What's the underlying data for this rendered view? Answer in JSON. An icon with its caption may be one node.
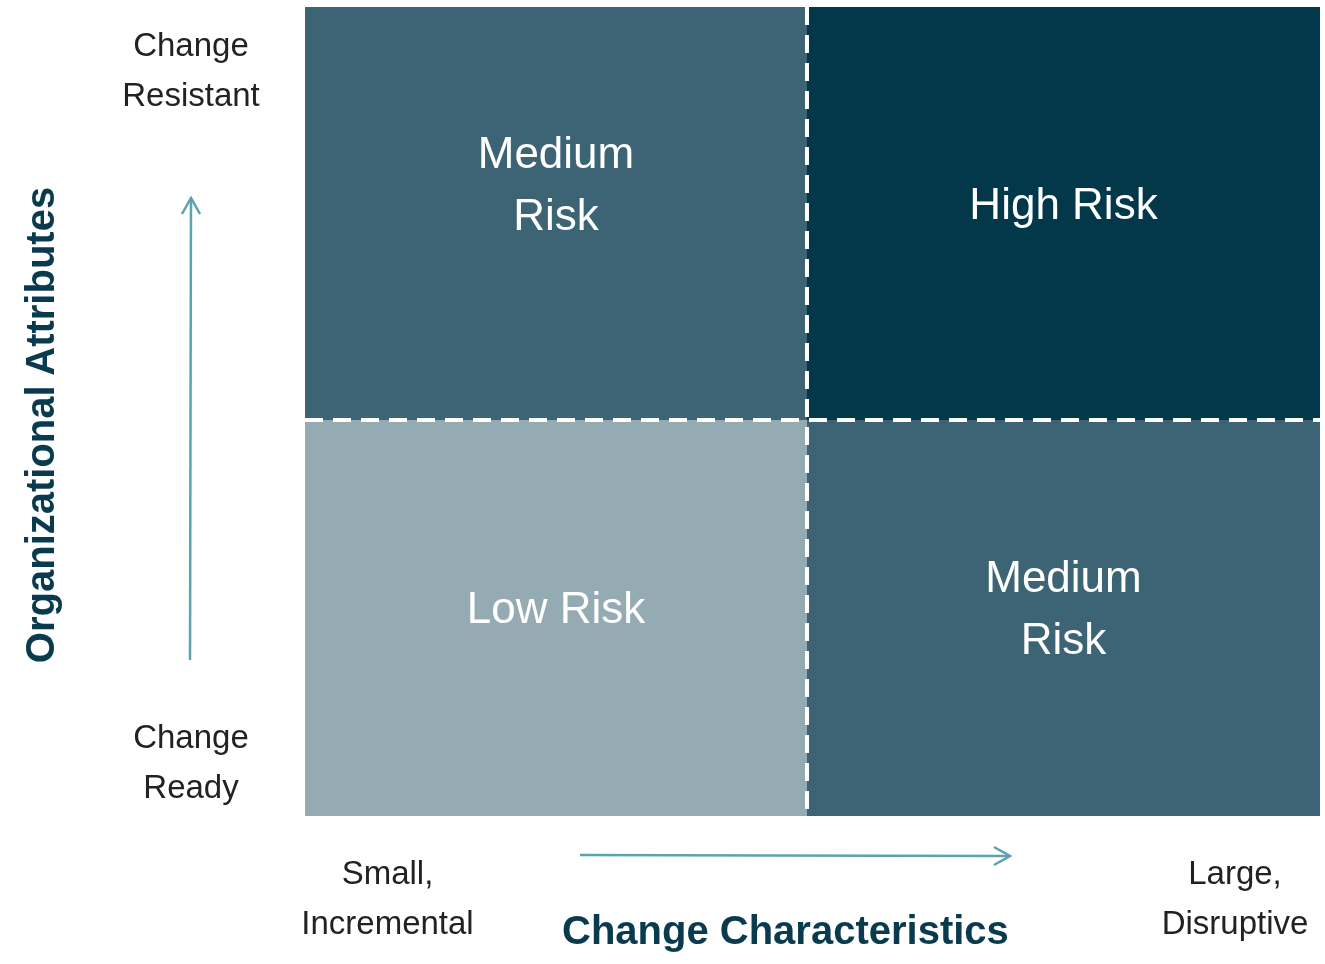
{
  "diagram": {
    "nodes": [
      {
        "text": [
          "Medium Risk"
        ]
      },
      {
        "text": [
          "High Risk"
        ]
      },
      {
        "text": [
          "Low Risk"
        ]
      },
      {
        "text": [
          "Medium Risk"
        ]
      }
    ],
    "labels": [
      "Change Resistant",
      "Organizational Attributes",
      "Change Ready",
      "Small, Incremental",
      "Change Characteristics",
      "Large, Disruptive"
    ]
  }
}
